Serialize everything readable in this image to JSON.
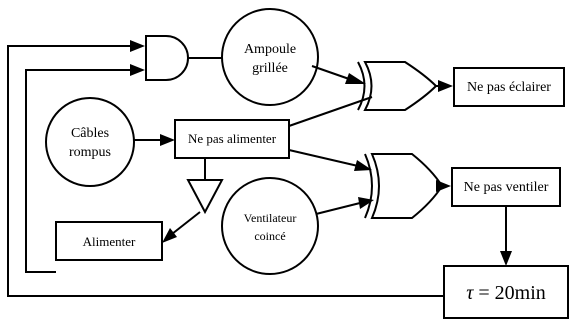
{
  "nodes": {
    "ampoule": [
      "Ampoule",
      "grillée"
    ],
    "cables": [
      "Câbles",
      "rompus"
    ],
    "ventilateur": [
      "Ventilateur",
      "coincé"
    ],
    "ne_pas_alimenter": "Ne pas alimenter",
    "alimenter": "Alimenter",
    "ne_pas_eclairer": "Ne pas éclairer",
    "ne_pas_ventiler": "Ne pas ventiler",
    "timer": {
      "symbol": "τ",
      "rest": " = 20min"
    }
  }
}
